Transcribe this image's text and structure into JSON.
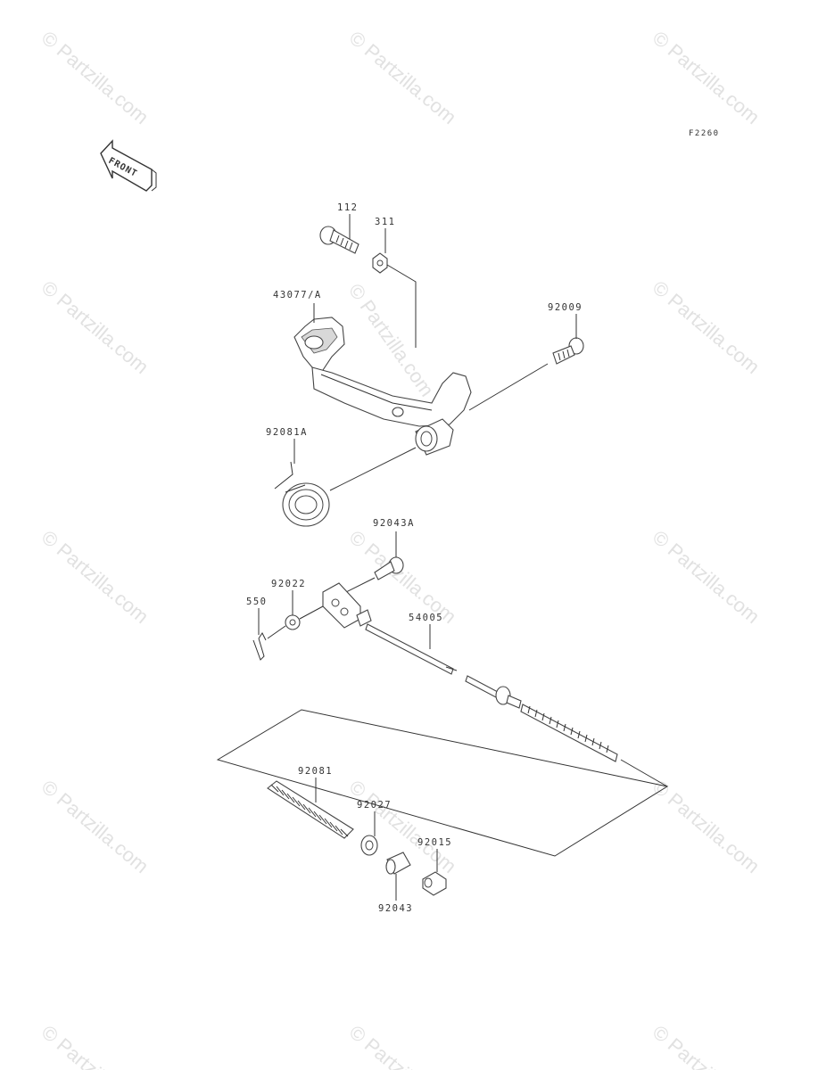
{
  "figure_code": "F2260",
  "front_label": "FRONT",
  "watermark": "© Partzilla.com",
  "colors": {
    "line": "#333333",
    "watermark": "#c9c9c9",
    "background": "#ffffff"
  },
  "parts": {
    "p112": "112",
    "p311": "311",
    "p43077": "43077/A",
    "p92009": "92009",
    "p92081a": "92081A",
    "p92043a": "92043A",
    "p92022": "92022",
    "p550": "550",
    "p54005": "54005",
    "p92081": "92081",
    "p92027": "92027",
    "p92015": "92015",
    "p92043": "92043"
  }
}
